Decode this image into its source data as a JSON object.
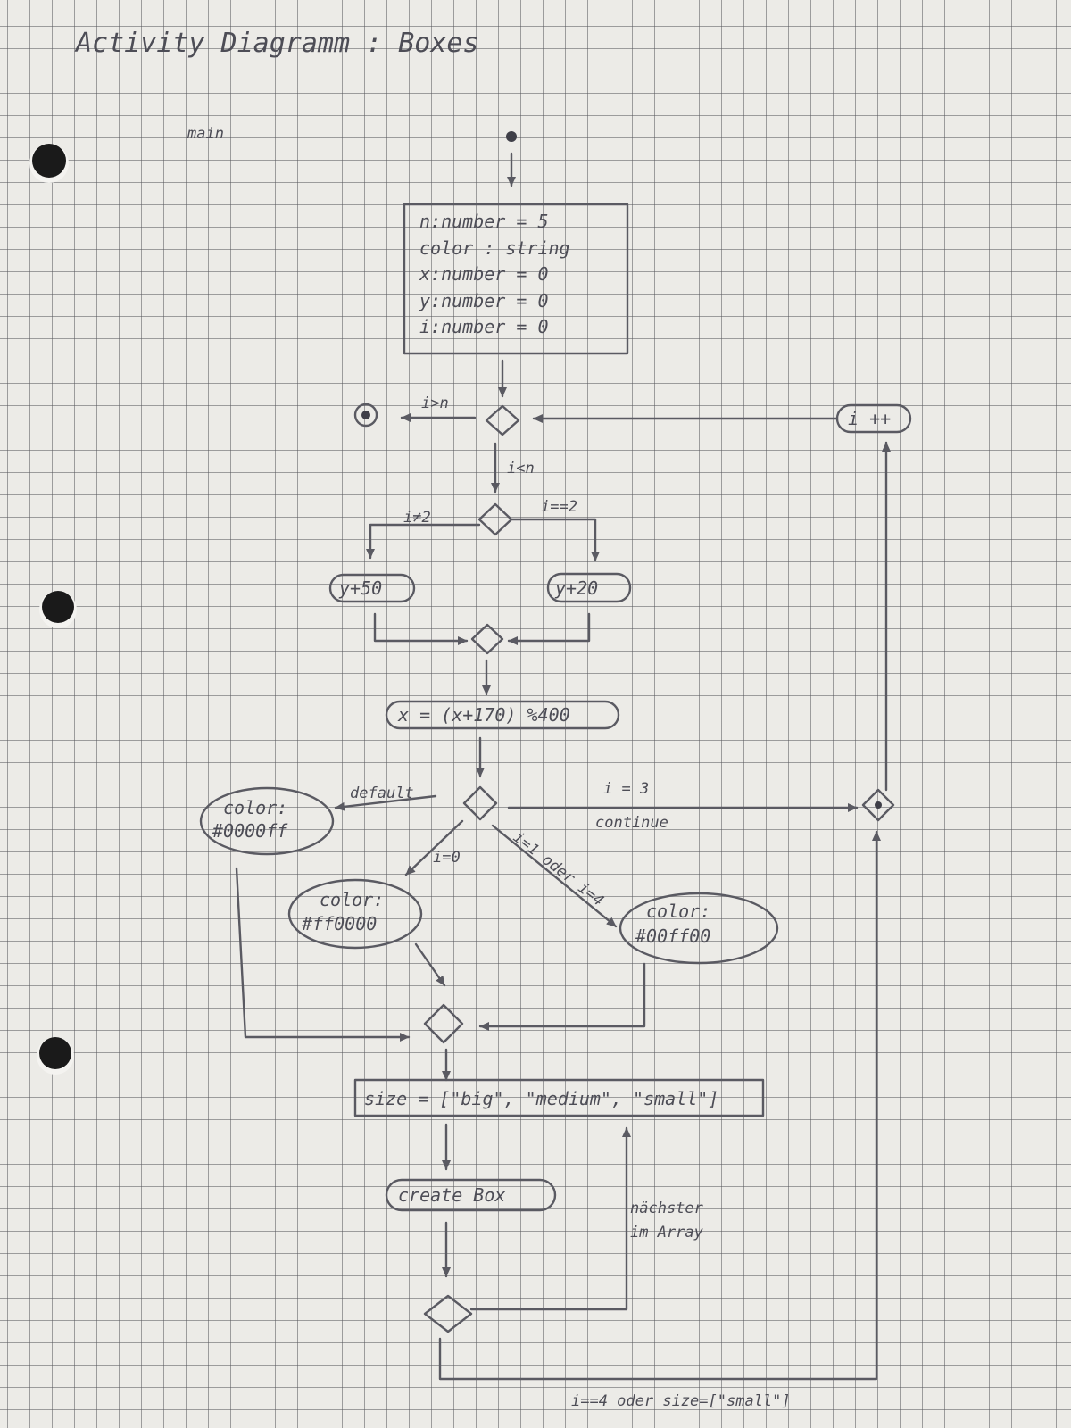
{
  "title": "Activity Diagramm : Boxes",
  "subtitle": "main",
  "init_box": {
    "lines": [
      "n:number = 5",
      "color : string",
      "x:number = 0",
      "y:number = 0",
      "i:number = 0"
    ]
  },
  "guards": {
    "exit": "i>n",
    "loop": "i<n",
    "not_two": "i≠2",
    "is_two": "i==2",
    "default": "default",
    "three_top": "i = 3",
    "three_bottom": "continue",
    "zero": "i=0",
    "one_or_four": "i=1 oder i=4",
    "next_in_array": [
      "nächster",
      "im Array"
    ],
    "end_condition": "i==4  oder size=[\"small\"]"
  },
  "actions": {
    "increment": "i ++",
    "y_plus_50": "y+50",
    "y_plus_20": "y+20",
    "x_update": "x = (x+170) %400",
    "color_blue": [
      "color:",
      "#0000ff"
    ],
    "color_red": [
      "color:",
      "#ff0000"
    ],
    "color_green": [
      "color:",
      "#00ff00"
    ],
    "size_array": "size = [\"big\", \"medium\", \"small\"]",
    "create_box": "create Box"
  }
}
